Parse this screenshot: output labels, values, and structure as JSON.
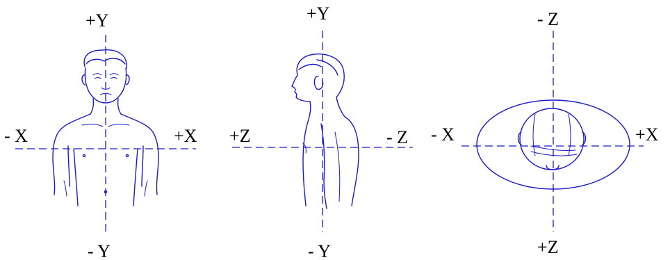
{
  "views": {
    "front": {
      "y_pos": "+Y",
      "y_neg": "- Y",
      "x_neg": "- X",
      "x_pos": "+X"
    },
    "side": {
      "y_pos": "+Y",
      "y_neg": "- Y",
      "z_pos": "+Z",
      "z_neg": "- Z"
    },
    "top": {
      "z_neg": "- Z",
      "z_pos": "+Z",
      "x_neg": "- X",
      "x_pos": "+X"
    }
  },
  "colors": {
    "line": "#1a1acc",
    "text": "#000000"
  }
}
